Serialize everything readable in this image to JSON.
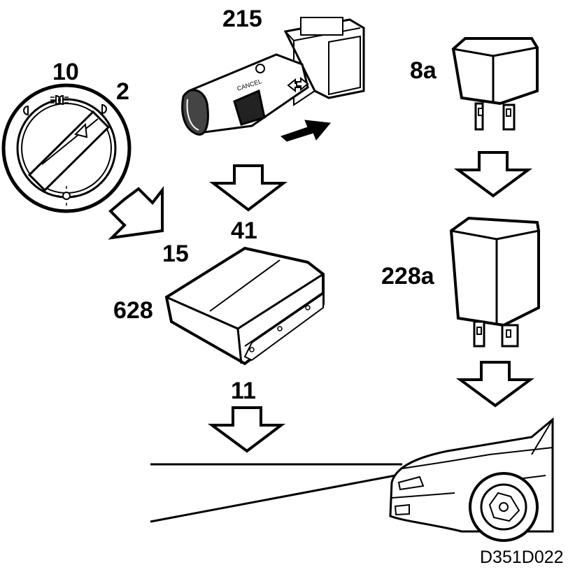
{
  "figure_code": "D351D022",
  "callouts": {
    "c10": "10",
    "c2": "2",
    "c215": "215",
    "c8a": "8a",
    "c15": "15",
    "c41": "41",
    "c628": "628",
    "c228a": "228a",
    "c11": "11"
  },
  "stalk_markings": {
    "cancel": "CANCEL"
  }
}
